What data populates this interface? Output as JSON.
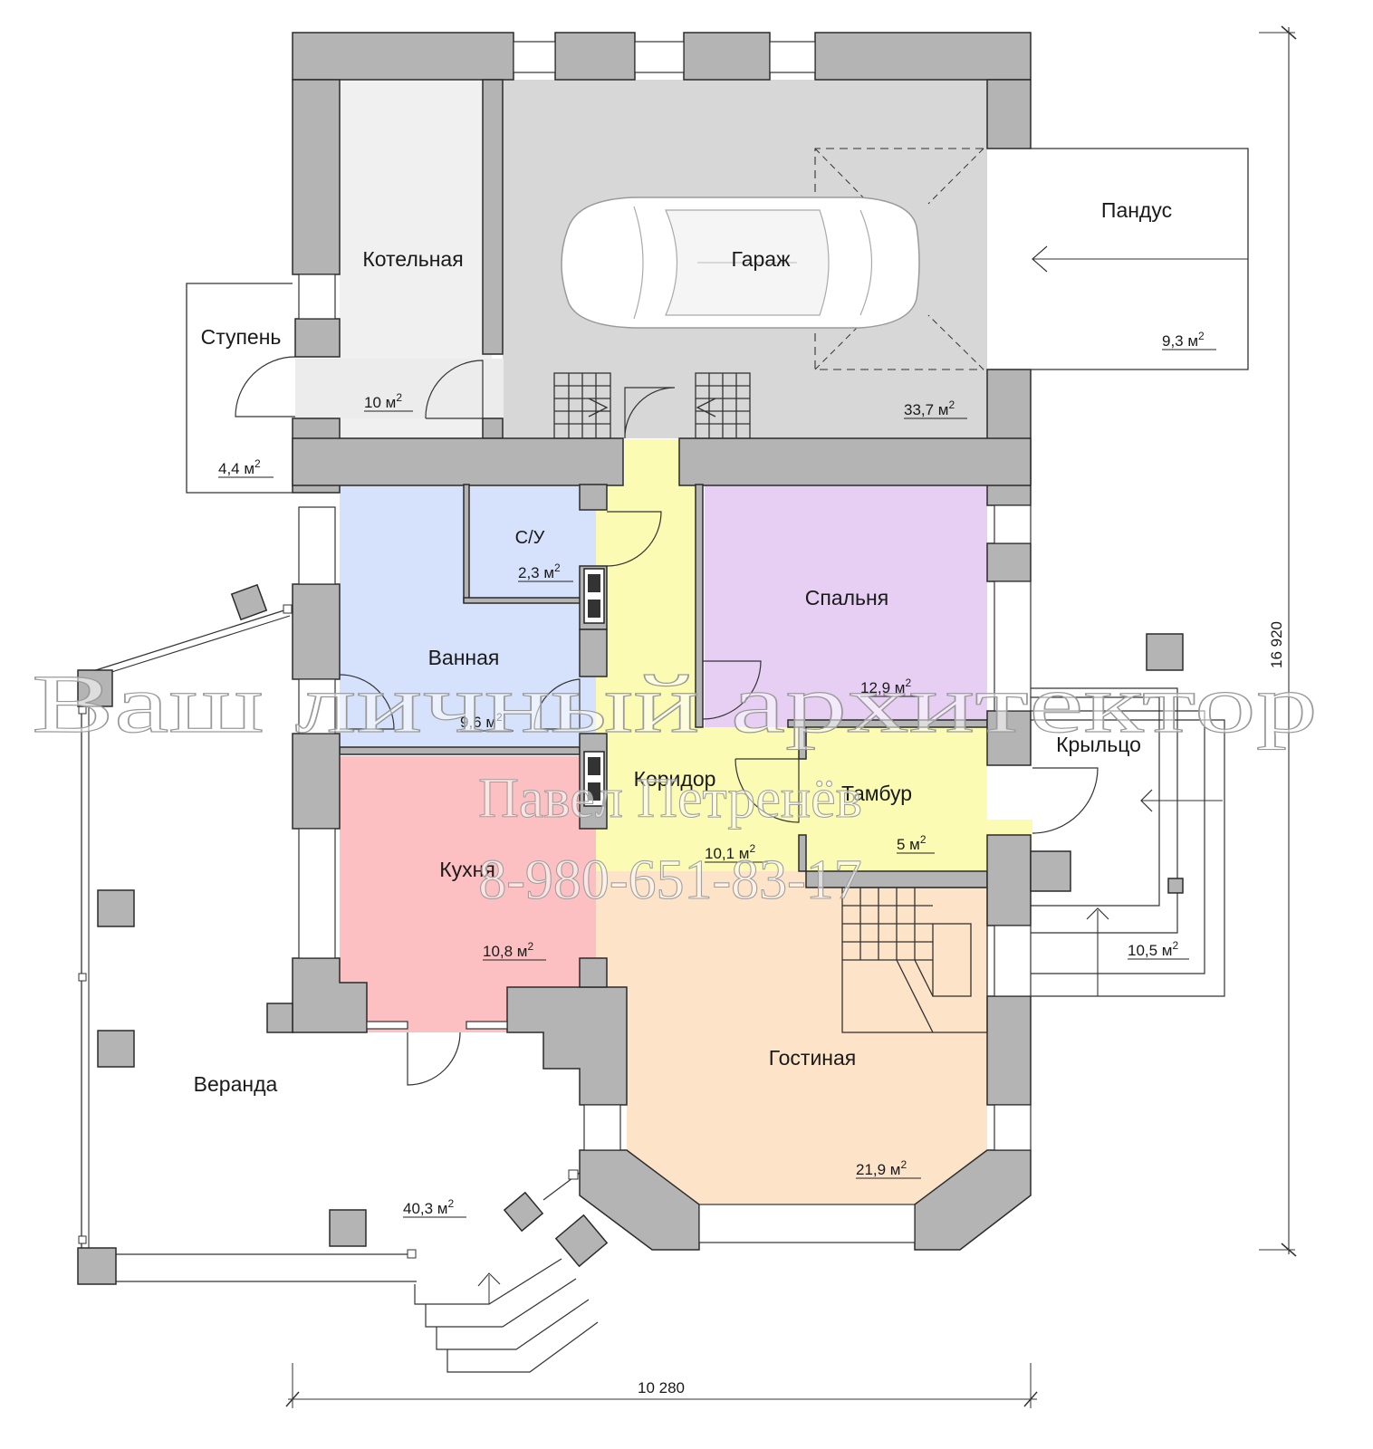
{
  "rooms": {
    "boiler": {
      "name": "Котельная",
      "area": "10 м",
      "sup": "2"
    },
    "garage": {
      "name": "Гараж",
      "area": "33,7 м",
      "sup": "2"
    },
    "ramp": {
      "name": "Пандус",
      "area": "9,3 м",
      "sup": "2"
    },
    "step": {
      "name": "Ступень",
      "area": "4,4 м",
      "sup": "2"
    },
    "wc": {
      "name": "С/У",
      "area": "2,3 м",
      "sup": "2"
    },
    "bath": {
      "name": "Ванная",
      "area": "9,6 м",
      "sup": "2"
    },
    "bedroom": {
      "name": "Спальня",
      "area": "12,9 м",
      "sup": "2"
    },
    "porch": {
      "name": "Крыльцо",
      "area": "10,5 м",
      "sup": "2"
    },
    "corridor": {
      "name": "Коридор",
      "area": "10,1 м",
      "sup": "2"
    },
    "vestibule": {
      "name": "Тамбур",
      "area": "5 м",
      "sup": "2"
    },
    "kitchen": {
      "name": "Кухня",
      "area": "10,8 м",
      "sup": "2"
    },
    "veranda": {
      "name": "Веранда",
      "area": "40,3 м",
      "sup": "2"
    },
    "living": {
      "name": "Гостиная",
      "area": "21,9 м",
      "sup": "2"
    }
  },
  "dimensions": {
    "width": "10 280",
    "height": "16 920"
  },
  "watermark": {
    "line1": "Ваш личный архитектор",
    "line2": "Павел Петренёв",
    "line3": "8-980-651-83-17"
  },
  "colors": {
    "garage": "#d7d7d7",
    "boiler": "#f0f0f0",
    "bath": "#d6e2fb",
    "bedroom": "#e7cff3",
    "corridor": "#fbfbb4",
    "kitchen": "#fcc0c2",
    "living": "#fde3c8",
    "wall": "#b4b4b4"
  }
}
